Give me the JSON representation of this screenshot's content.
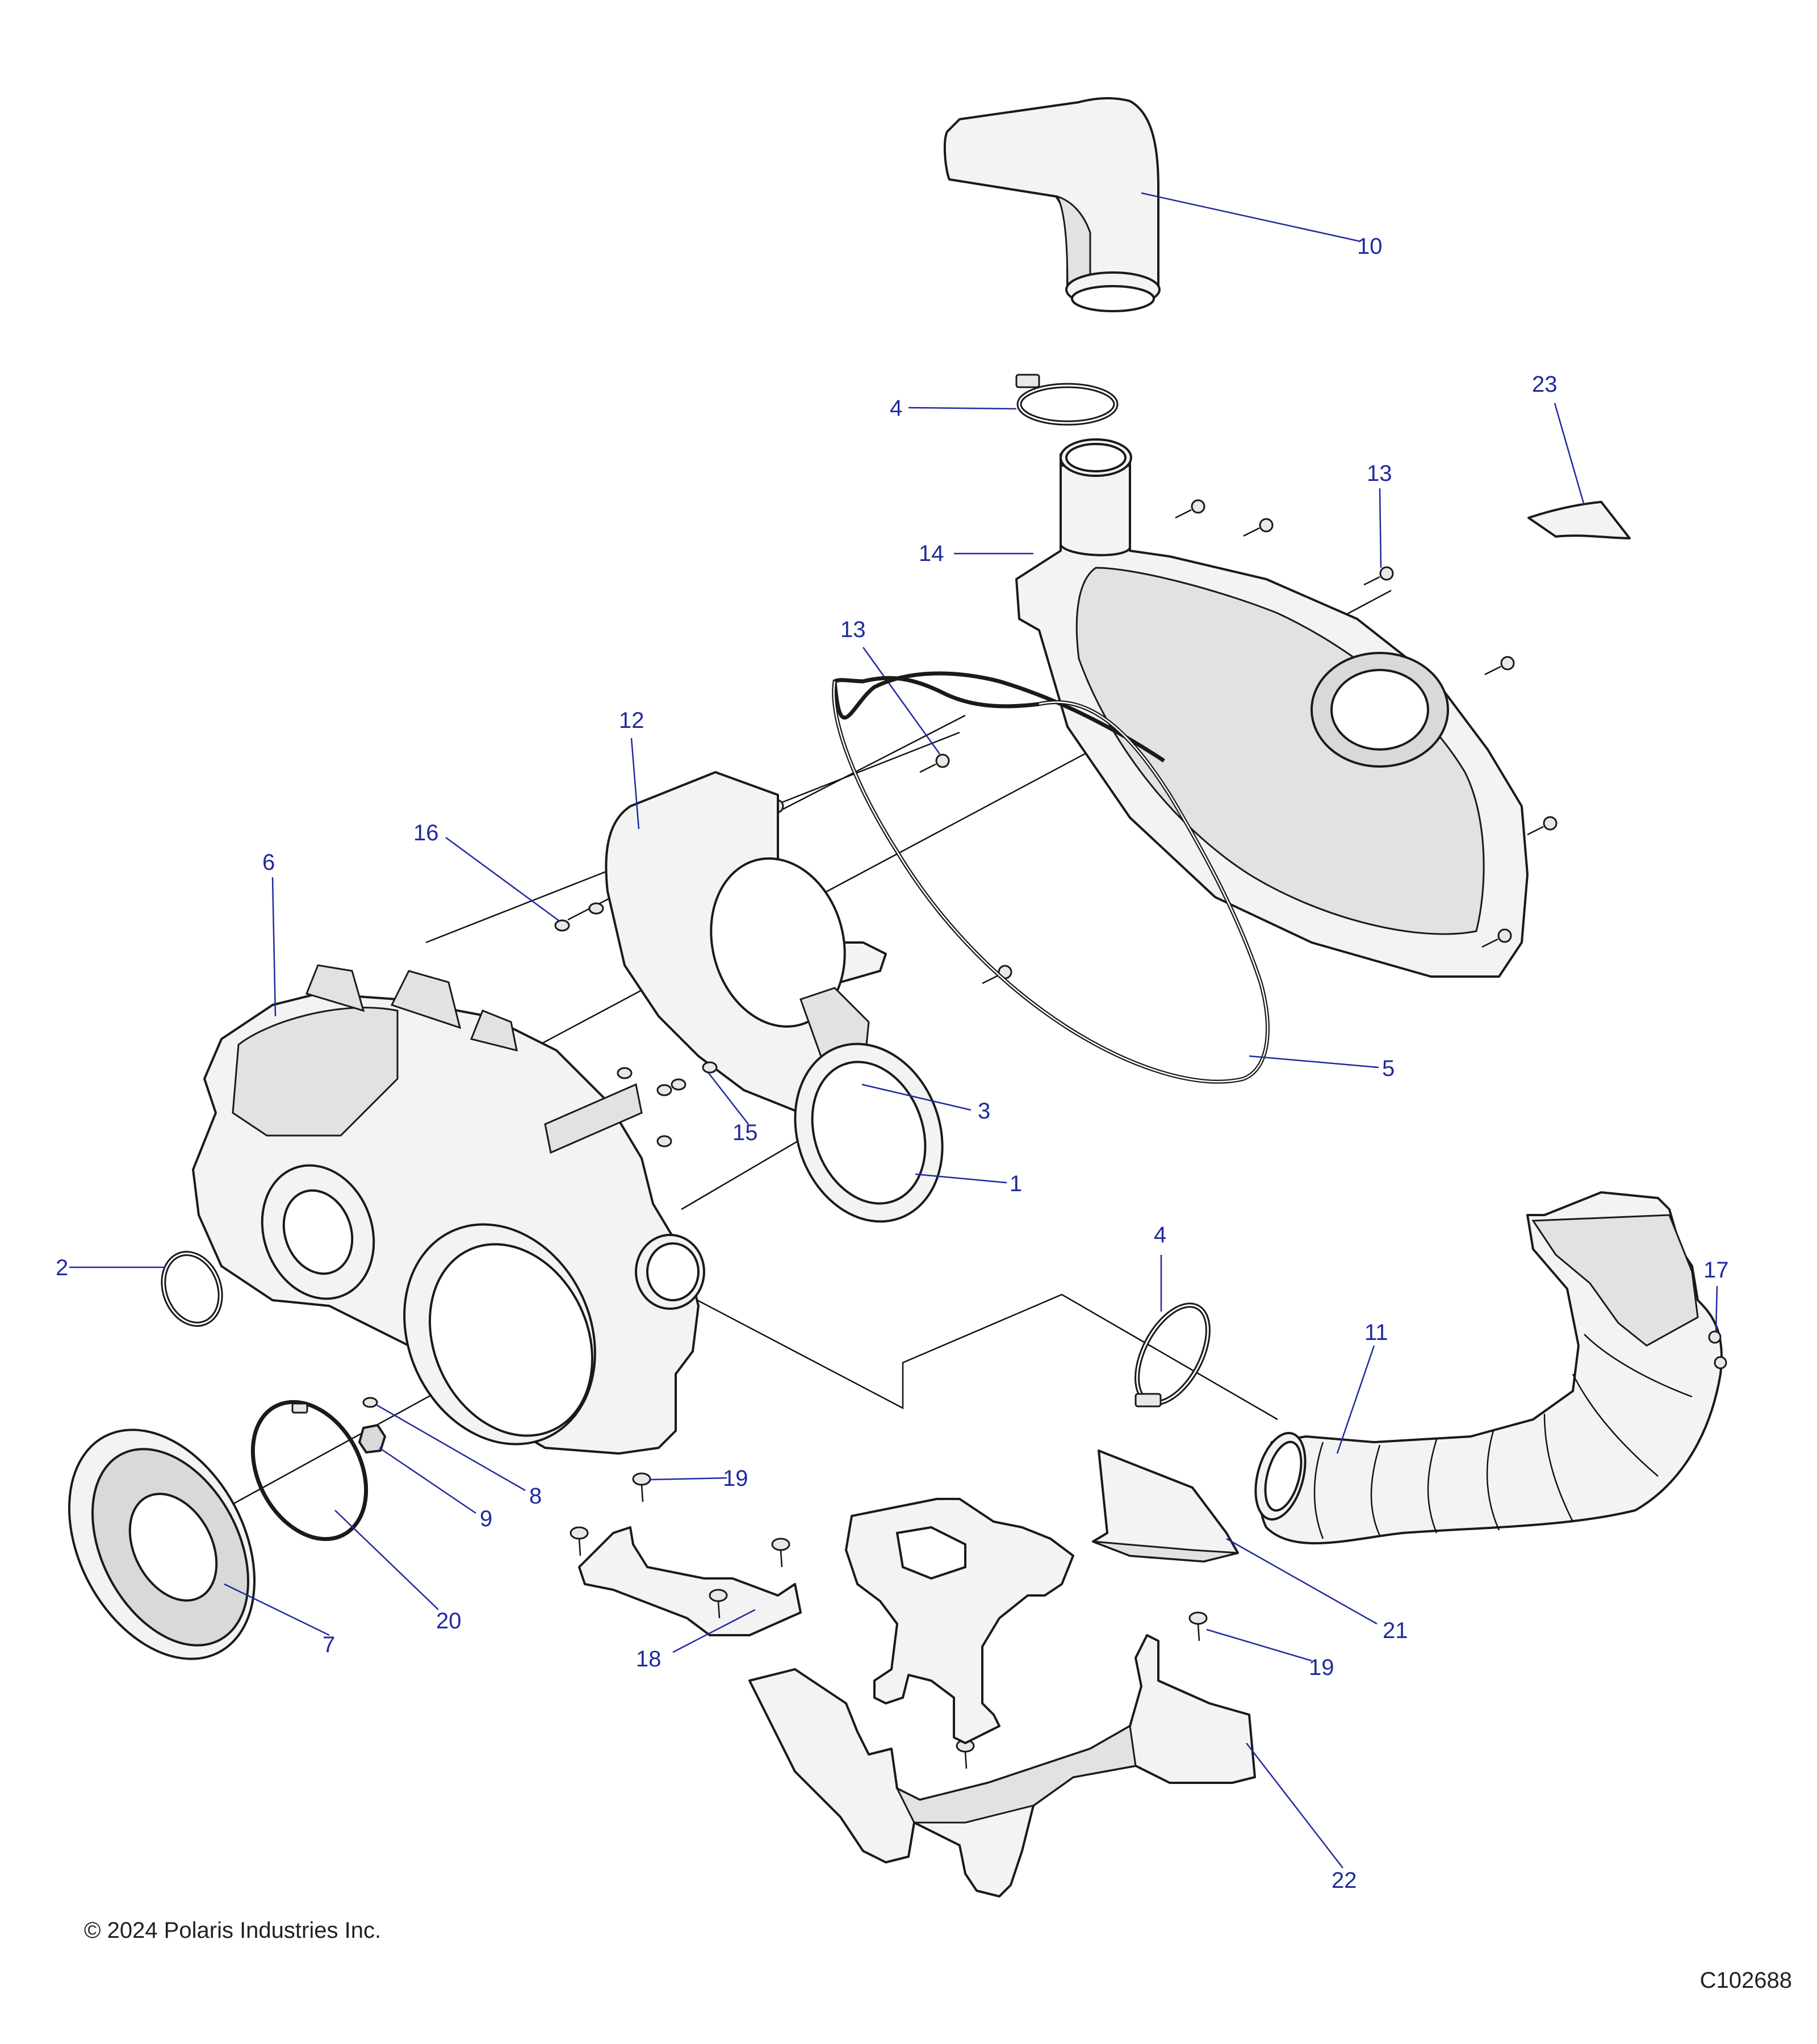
{
  "callouts": [
    {
      "id": "c1",
      "label": "1"
    },
    {
      "id": "c2",
      "label": "2"
    },
    {
      "id": "c3",
      "label": "3"
    },
    {
      "id": "c4a",
      "label": "4"
    },
    {
      "id": "c4b",
      "label": "4"
    },
    {
      "id": "c5",
      "label": "5"
    },
    {
      "id": "c6",
      "label": "6"
    },
    {
      "id": "c7",
      "label": "7"
    },
    {
      "id": "c8",
      "label": "8"
    },
    {
      "id": "c9",
      "label": "9"
    },
    {
      "id": "c10",
      "label": "10"
    },
    {
      "id": "c11",
      "label": "11"
    },
    {
      "id": "c12",
      "label": "12"
    },
    {
      "id": "c13a",
      "label": "13"
    },
    {
      "id": "c13b",
      "label": "13"
    },
    {
      "id": "c14",
      "label": "14"
    },
    {
      "id": "c15",
      "label": "15"
    },
    {
      "id": "c16",
      "label": "16"
    },
    {
      "id": "c17",
      "label": "17"
    },
    {
      "id": "c18",
      "label": "18"
    },
    {
      "id": "c19a",
      "label": "19"
    },
    {
      "id": "c19b",
      "label": "19"
    },
    {
      "id": "c20",
      "label": "20"
    },
    {
      "id": "c21",
      "label": "21"
    },
    {
      "id": "c22",
      "label": "22"
    },
    {
      "id": "c23",
      "label": "23"
    }
  ],
  "footer": {
    "copyright": "© 2024 Polaris Industries Inc.",
    "drawing_code": "C102688"
  },
  "colors": {
    "callout": "#1f2a9e",
    "line": "#1a1a1a",
    "part_fill": "#f3f3f3"
  }
}
